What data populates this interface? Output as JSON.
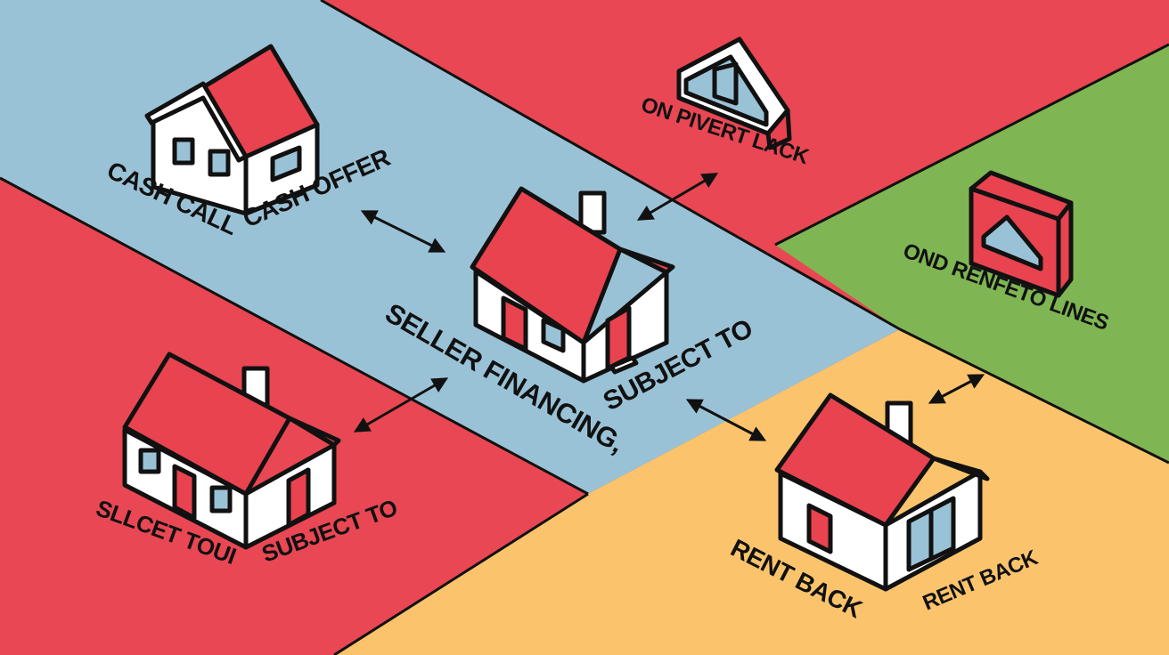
{
  "colors": {
    "red": "#e94753",
    "blue": "#9ac2d6",
    "green": "#7fb653",
    "yellow": "#fbc46c",
    "roof": "#e8434f",
    "wall": "#ffffff",
    "outline": "#111111"
  },
  "labels": {
    "cash_call": "CASH CALL",
    "cash_offer": "CASH OFFER",
    "on_pivert_lack": "ON PIVERT LACK",
    "ond_renfeto_lines": "OND RENFETO LINES",
    "seller_financing": "SELLER FINANCING,",
    "subject_to_center": "SUBJECT TO",
    "sllcet_toui": "SLLCET TOUI",
    "subject_to_left": "SUBJECT TO",
    "rent_back_left": "RENT BACK",
    "rent_back_right": "RENT BACK"
  }
}
